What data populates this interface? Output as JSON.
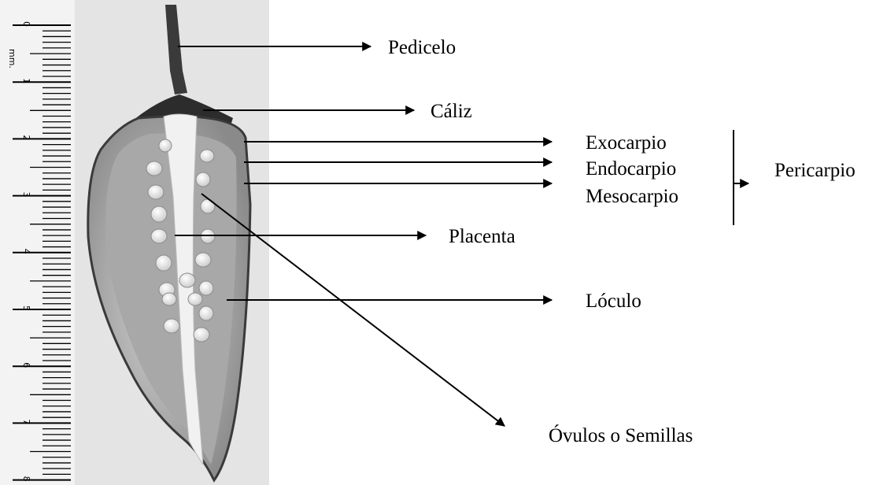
{
  "ruler": {
    "unit": "mm.",
    "numbers": [
      "0",
      "1",
      "2",
      "3",
      "4",
      "5",
      "6",
      "7",
      "8"
    ]
  },
  "labels": {
    "pedicelo": "Pedicelo",
    "caliz": "Cáliz",
    "exocarpio": "Exocarpio",
    "endocarpio": "Endocarpio",
    "mesocarpio": "Mesocarpio",
    "pericarpio": "Pericarpio",
    "placenta": "Placenta",
    "loculo": "Lóculo",
    "ovulos": "Óvulos o Semillas"
  }
}
